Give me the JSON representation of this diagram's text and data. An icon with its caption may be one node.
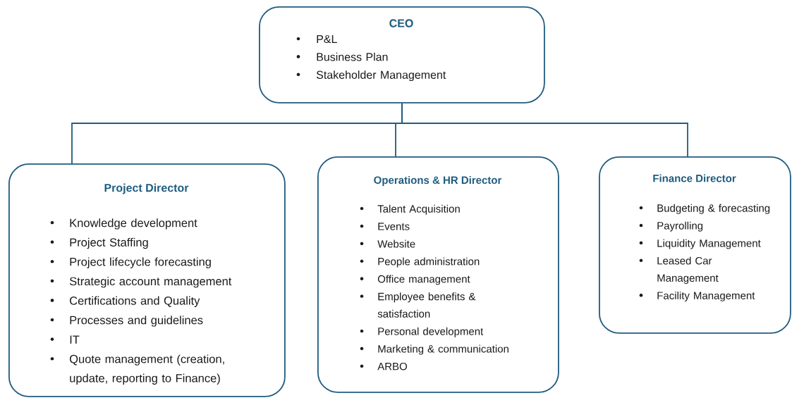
{
  "diagram": {
    "nodes": [
      {
        "text": [
          "CEO",
          "P&L",
          "Business Plan",
          "Stakeholder Management"
        ]
      },
      {
        "text": [
          "Project Director",
          "Knowledge development",
          "Project Staffing",
          "Project lifecycle forecasting",
          "Strategic account management",
          "Certifications and Quality",
          "Processes and guidelines",
          "IT",
          "Quote management (creation, update, reporting to Finance)"
        ]
      },
      {
        "text": [
          "Operations & HR Director",
          "Talent Acquisition",
          "Events",
          "Website",
          "People administration",
          "Office management",
          "Employee benefits & satisfaction",
          "Personal development",
          "Marketing & communication",
          "ARBO"
        ]
      },
      {
        "text": [
          "Finance Director",
          "Budgeting & forecasting",
          "Payrolling",
          "Liquidity Management",
          "Leased Car Management",
          "Facility Management"
        ]
      }
    ],
    "edges": [
      {
        "from": 0,
        "to": 1,
        "arrow": "none"
      },
      {
        "from": 0,
        "to": 2,
        "arrow": "none"
      },
      {
        "from": 0,
        "to": 3,
        "arrow": "none"
      }
    ]
  }
}
